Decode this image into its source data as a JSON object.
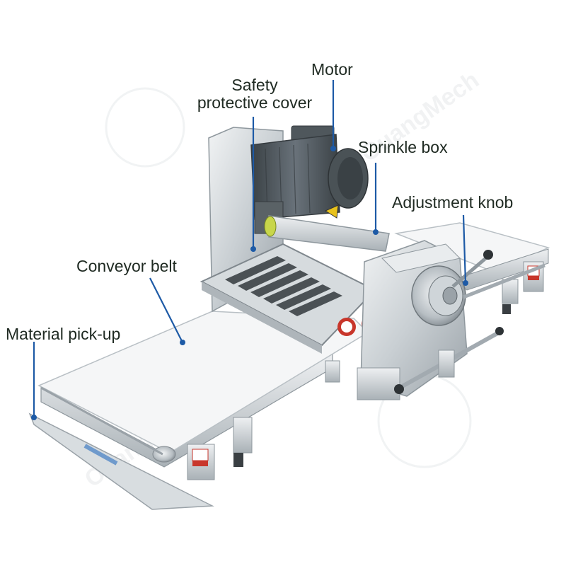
{
  "labels": {
    "motor": "Motor",
    "safety_cover": [
      "Safety",
      "protective cover"
    ],
    "sprinkle_box": "Sprinkle box",
    "adjustment_knob": "Adjustment knob",
    "conveyor_belt": "Conveyor belt",
    "material_pickup": "Material pick-up"
  },
  "watermark": "OuangMech",
  "colors": {
    "text": "#1f2a22",
    "leader": "#1d5aa6",
    "belt": "#f5f6f7",
    "steel_light": "#e3e7ea",
    "steel_mid": "#c3cacf",
    "steel_dark": "#8e979d",
    "motor": "#4f575c",
    "motor_dark": "#353b3f",
    "warning_red": "#c8362b",
    "watermark": "#e9ecee"
  }
}
